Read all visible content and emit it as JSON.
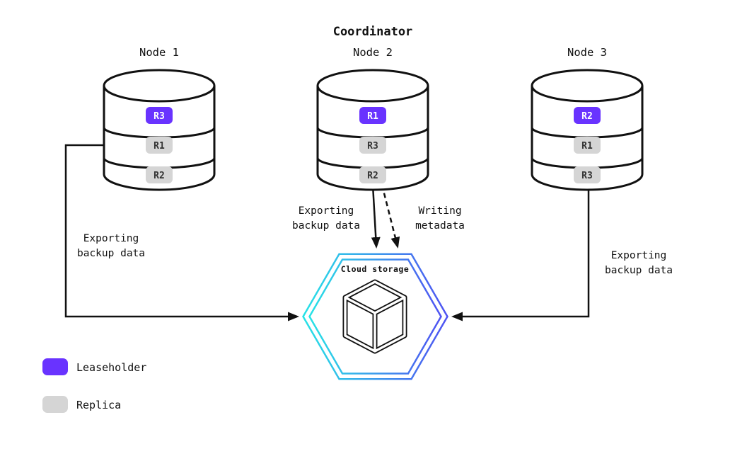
{
  "title": "Coordinator",
  "nodes": [
    {
      "label": "Node 1",
      "replicas": [
        {
          "id": "R3",
          "type": "leaseholder"
        },
        {
          "id": "R1",
          "type": "replica"
        },
        {
          "id": "R2",
          "type": "replica"
        }
      ]
    },
    {
      "label": "Node 2",
      "replicas": [
        {
          "id": "R1",
          "type": "leaseholder"
        },
        {
          "id": "R3",
          "type": "replica"
        },
        {
          "id": "R2",
          "type": "replica"
        }
      ]
    },
    {
      "label": "Node 3",
      "replicas": [
        {
          "id": "R2",
          "type": "leaseholder"
        },
        {
          "id": "R1",
          "type": "replica"
        },
        {
          "id": "R3",
          "type": "replica"
        }
      ]
    }
  ],
  "cloud_storage": {
    "label": "Cloud storage"
  },
  "arrow_labels": {
    "node1_export": {
      "line1": "Exporting",
      "line2": "backup data"
    },
    "node2_export": {
      "line1": "Exporting",
      "line2": "backup data"
    },
    "node2_metadata": {
      "line1": "Writing",
      "line2": "metadata"
    },
    "node3_export": {
      "line1": "Exporting",
      "line2": "backup data"
    }
  },
  "legend": {
    "leaseholder_label": "Leaseholder",
    "replica_label": "Replica"
  },
  "colors": {
    "leaseholder": "#6933ff",
    "replica": "#d5d5d5",
    "line": "#111111",
    "hex_gradient_start": "#27e3e6",
    "hex_gradient_end": "#4f52f2"
  }
}
